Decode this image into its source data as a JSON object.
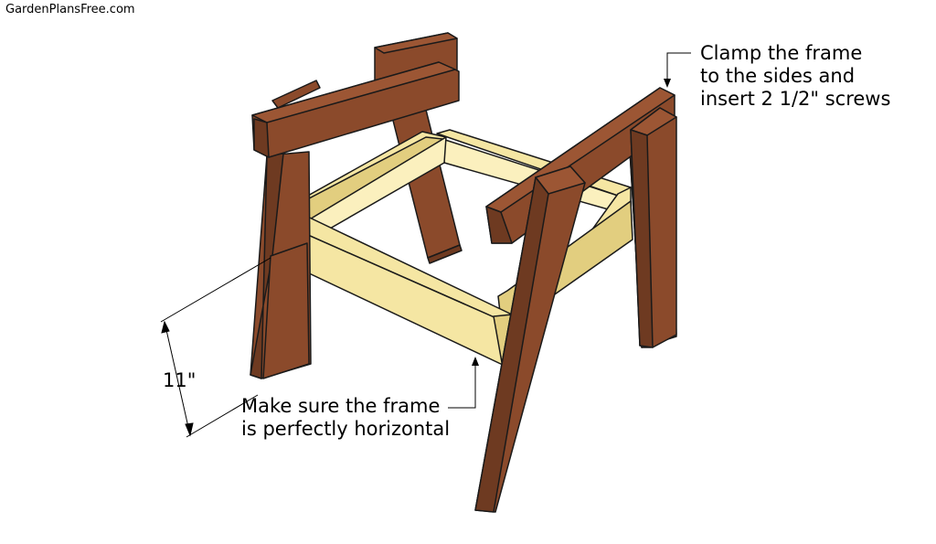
{
  "watermark": "GardenPlansFree.com",
  "annotations": {
    "clamp_note": {
      "lines": [
        "Clamp the frame",
        "to the sides and",
        "insert 2 1/2\" screws"
      ]
    },
    "horizontal_note": {
      "lines": [
        "Make sure the frame",
        "is perfectly horizontal"
      ]
    },
    "dimension": "11\""
  },
  "colors": {
    "wood_dark": "#8B4A2B",
    "wood_dark_shade": "#6E3A21",
    "wood_dark_light": "#9C5634",
    "frame_light": "#F5E6A3",
    "frame_shade": "#E2CE7F",
    "frame_inner": "#FBF0BE",
    "outline": "#1a1a1a"
  }
}
